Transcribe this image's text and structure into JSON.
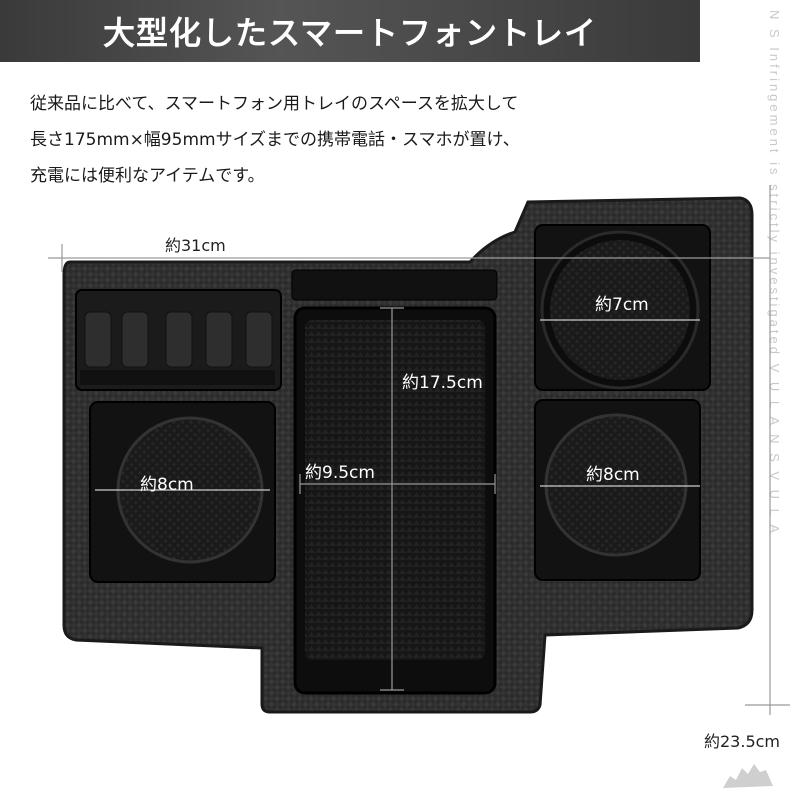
{
  "banner": {
    "title": "大型化したスマートフォントレイ"
  },
  "description": {
    "lines": [
      "従来品に比べて、スマートフォン用トレイのスペースを拡大して",
      "長さ175mm×幅95mmサイズまでの携帯電話・スマホが置け、",
      "充電には便利なアイテムです。"
    ]
  },
  "dimensions": {
    "width": "約31cm",
    "depth": "約23.5cm",
    "phone_tray_length": "約17.5cm",
    "phone_tray_width": "約9.5cm",
    "cup_top_right": "約7cm",
    "cup_left": "約8cm",
    "cup_bottom_right": "約8cm"
  },
  "watermark": {
    "side_text": "N S Infringement is strictly investigated  V U L A N S  V U L A"
  },
  "colors": {
    "banner_bg": "#444444",
    "tray_body": "#2a2a2a",
    "tray_dark": "#111111",
    "dimension_line": "#999999"
  },
  "icons": {
    "logo": "brand-silhouette-icon"
  }
}
